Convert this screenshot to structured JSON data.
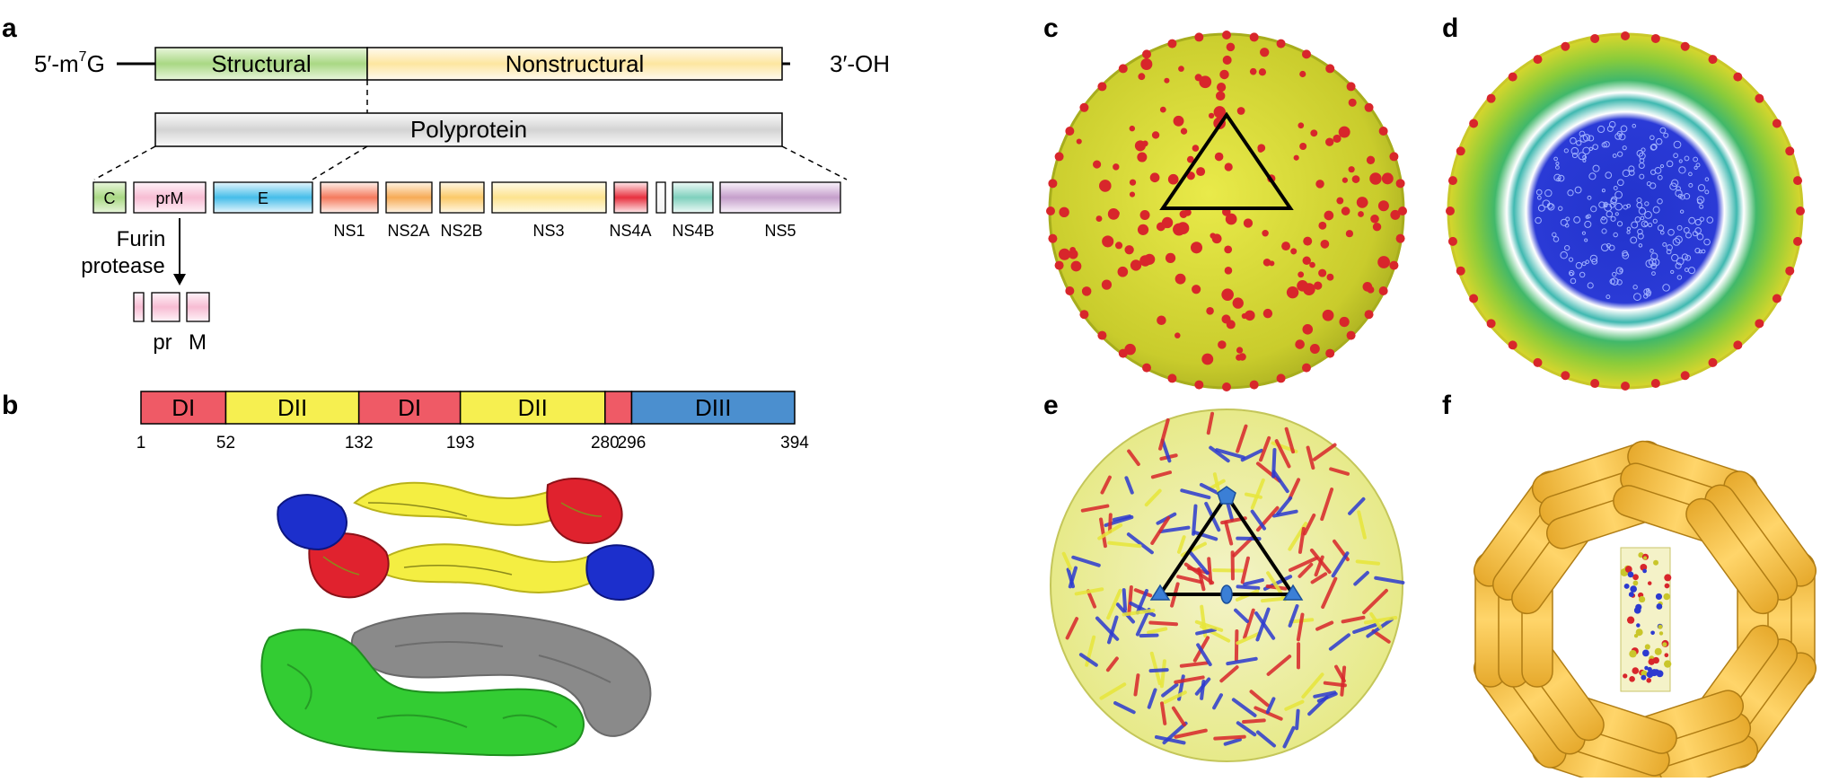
{
  "panels": {
    "a": "a",
    "b": "b",
    "c": "c",
    "d": "d",
    "e": "e",
    "f": "f"
  },
  "genome": {
    "five_prime": "5′-m",
    "five_prime_sup": "7",
    "five_prime_end": "G",
    "three_prime": "3′-OH",
    "structural": "Structural",
    "nonstructural": "Nonstructural",
    "polyprotein": "Polyprotein"
  },
  "proteins": {
    "C": "C",
    "prM": "prM",
    "E": "E",
    "NS1": "NS1",
    "NS2A": "NS2A",
    "NS2B": "NS2B",
    "NS3": "NS3",
    "NS4A": "NS4A",
    "NS4B": "NS4B",
    "NS5": "NS5"
  },
  "cleavage": {
    "line1": "Furin",
    "line2": "protease",
    "pr": "pr",
    "M": "M"
  },
  "domains": {
    "labels": [
      "DI",
      "DII",
      "DI",
      "DII",
      "DIII"
    ],
    "ticks": [
      "1",
      "52",
      "132",
      "193",
      "280",
      "296",
      "394"
    ],
    "tick_values": [
      1,
      52,
      132,
      193,
      280,
      296,
      394
    ],
    "segments": [
      {
        "label": "DI",
        "start": 1,
        "end": 52,
        "color": "#ef5a66"
      },
      {
        "label": "DII",
        "start": 52,
        "end": 132,
        "color": "#f6ef50"
      },
      {
        "label": "DI",
        "start": 132,
        "end": 193,
        "color": "#ef5a66"
      },
      {
        "label": "DII",
        "start": 193,
        "end": 280,
        "color": "#f6ef50"
      },
      {
        "label": "",
        "start": 280,
        "end": 296,
        "color": "#ef5a66"
      },
      {
        "label": "DIII",
        "start": 296,
        "end": 394,
        "color": "#4b8fcf"
      }
    ]
  },
  "colors": {
    "structural": "#9fd17a",
    "nonstructural": "#fde7a0",
    "polyprotein": "#d9d9d9",
    "domain_I": "#ef5a66",
    "domain_II": "#f6ef50",
    "domain_III": "#4b8fcf",
    "capsid_yellow": "#d8d63a",
    "spike_red": "#d8262b",
    "tube_gold": "#f2c34a"
  }
}
